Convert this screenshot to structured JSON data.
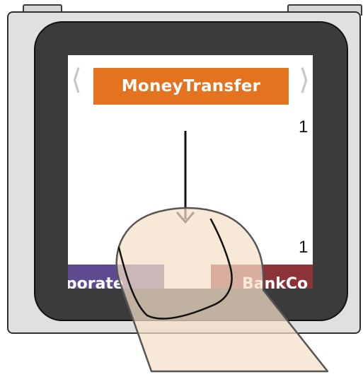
{
  "app": {
    "title": "MoneyTransfer",
    "prev_arrow": "⟨",
    "next_arrow": "⟩"
  },
  "counts": {
    "top": "1",
    "bottom": "1"
  },
  "tiles": [
    {
      "label": "Corporate",
      "visible_label": "rporate",
      "color": "#5e4b8f"
    },
    {
      "label": "BankCo",
      "visible_label": "BankCo",
      "color": "#8c3338"
    }
  ],
  "colors": {
    "title_bar": "#e4731f",
    "device_body": "#e0e0e0",
    "bezel": "#3b3b3b",
    "finger": "#f5dfc8"
  },
  "gesture": {
    "type": "swipe-down-then-circle",
    "icons": [
      "finger-icon",
      "down-arrow-icon",
      "circle-gesture-icon"
    ]
  }
}
